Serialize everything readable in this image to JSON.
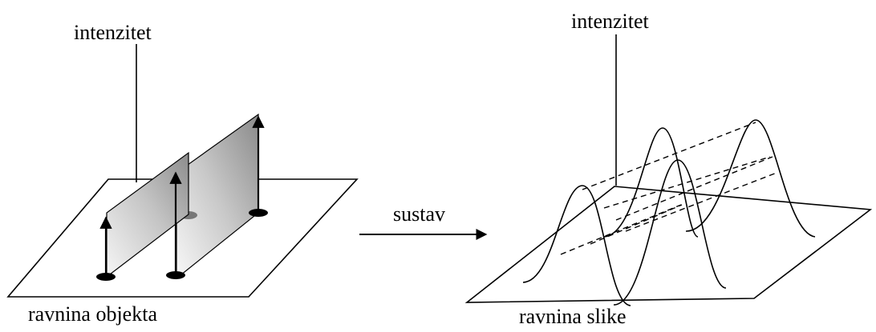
{
  "left_panel": {
    "axis_label": "intenzitet",
    "plane_label": "ravnina objekta"
  },
  "right_panel": {
    "axis_label": "intenzitet",
    "plane_label": "ravnina slike"
  },
  "transform": {
    "label": "sustav"
  },
  "colors": {
    "ink": "#000000",
    "sheet_light": "#f4f4f4",
    "sheet_dark": "#8a8a8a",
    "hidden_dot": "#777777"
  }
}
